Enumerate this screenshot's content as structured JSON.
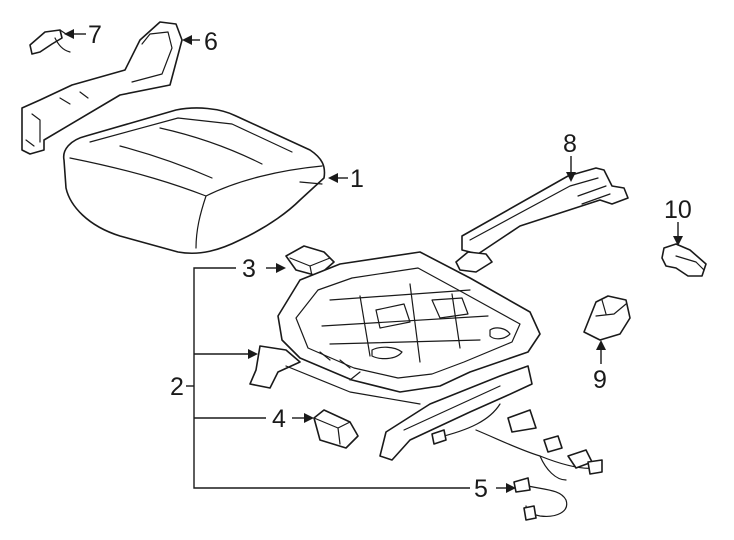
{
  "diagram": {
    "background": "#ffffff",
    "line_color": "#1a1a1a",
    "callouts": [
      {
        "id": "7",
        "label": "7"
      },
      {
        "id": "6",
        "label": "6"
      },
      {
        "id": "1",
        "label": "1"
      },
      {
        "id": "8",
        "label": "8"
      },
      {
        "id": "10",
        "label": "10"
      },
      {
        "id": "3",
        "label": "3"
      },
      {
        "id": "2",
        "label": "2"
      },
      {
        "id": "9",
        "label": "9"
      },
      {
        "id": "4",
        "label": "4"
      },
      {
        "id": "5",
        "label": "5"
      }
    ],
    "parts": [
      {
        "callout": "1",
        "icon": "seat-cushion-icon"
      },
      {
        "callout": "2",
        "icon": "seat-frame-track-icon"
      },
      {
        "callout": "3",
        "icon": "sensor-module-icon"
      },
      {
        "callout": "4",
        "icon": "control-module-icon"
      },
      {
        "callout": "5",
        "icon": "wiring-harness-icon"
      },
      {
        "callout": "6",
        "icon": "side-shield-icon"
      },
      {
        "callout": "7",
        "icon": "trim-cover-icon"
      },
      {
        "callout": "8",
        "icon": "track-cover-icon"
      },
      {
        "callout": "9",
        "icon": "rear-track-cover-icon"
      },
      {
        "callout": "10",
        "icon": "track-end-cap-icon"
      }
    ]
  }
}
